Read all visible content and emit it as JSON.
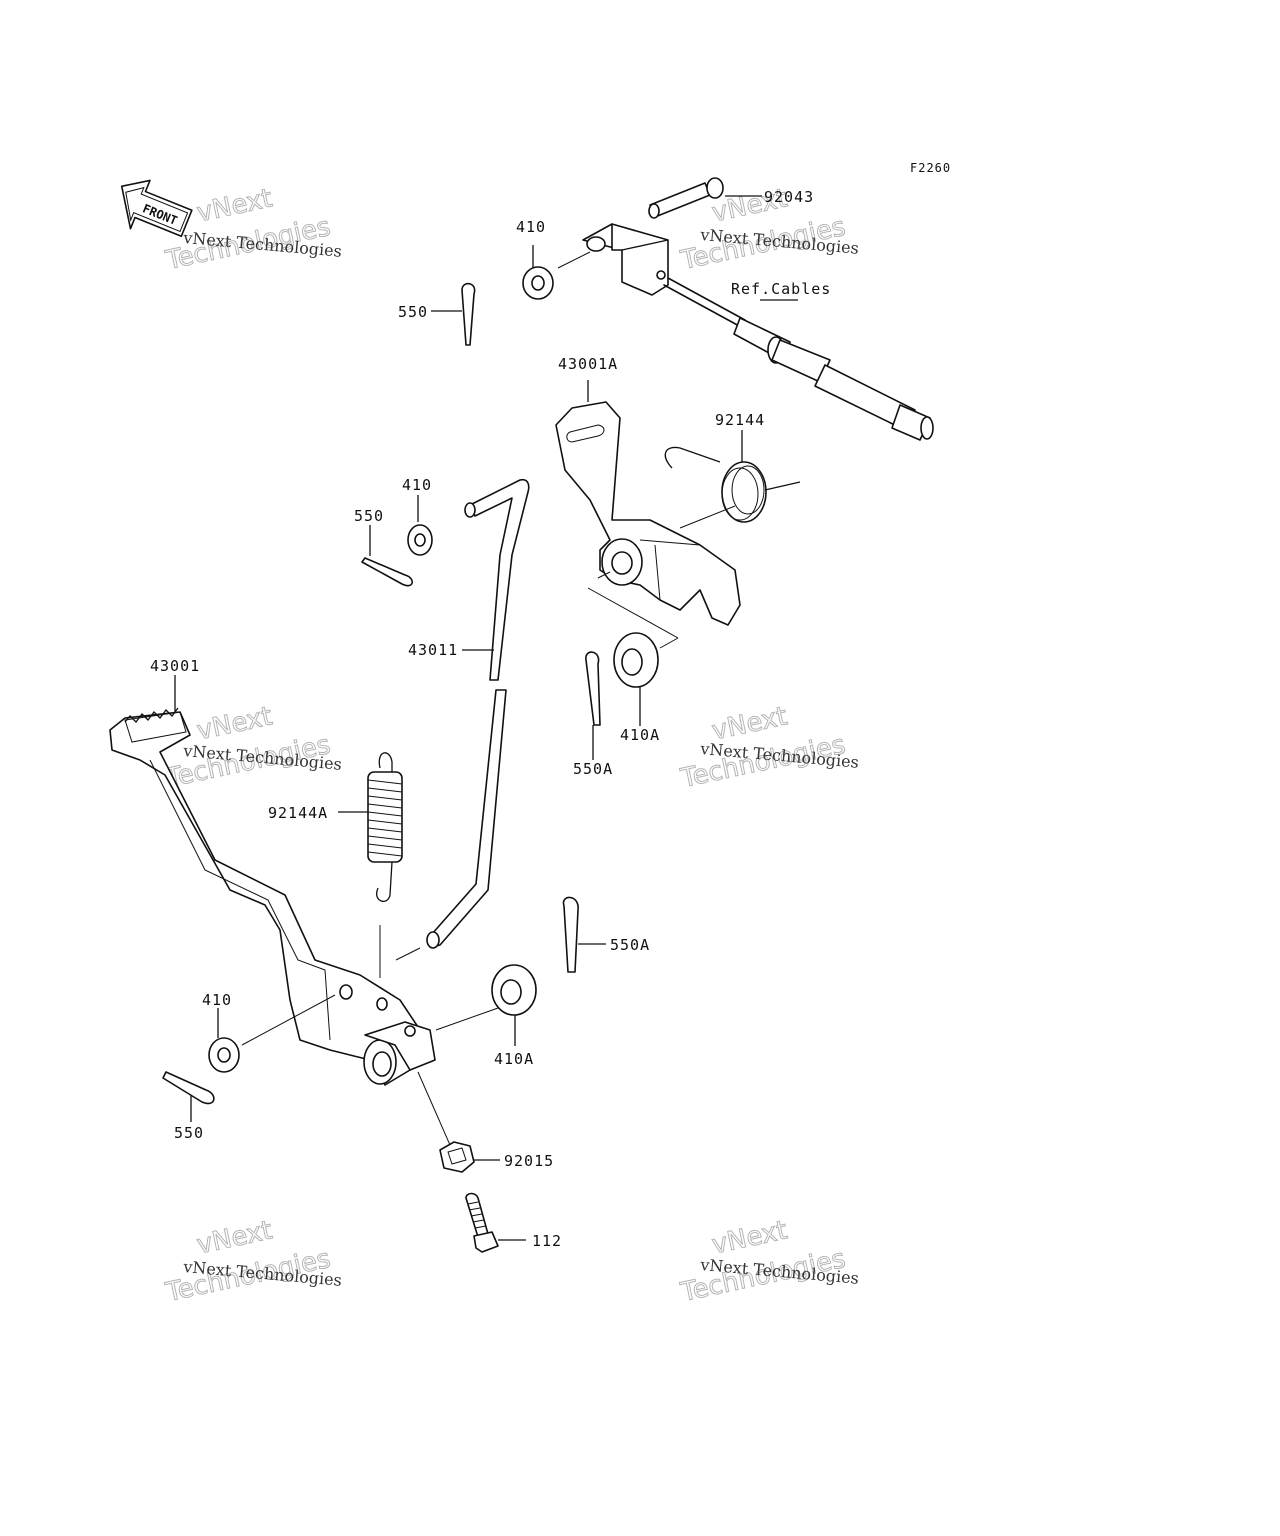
{
  "figure_code": "F2260",
  "front_label": "FRONT",
  "watermark": {
    "line1": "vNext Technologies",
    "line2": "vNext",
    "line3": "Technologies"
  },
  "labels": {
    "l_92043": "92043",
    "l_410_top": "410",
    "l_ref_cables": "Ref.Cables",
    "l_550_top": "550",
    "l_43001A": "43001A",
    "l_92144": "92144",
    "l_410_mid": "410",
    "l_550_mid": "550",
    "l_43011": "43011",
    "l_410A_mid": "410A",
    "l_550A_mid": "550A",
    "l_43001": "43001",
    "l_92144A": "92144A",
    "l_550A_low": "550A",
    "l_410_low": "410",
    "l_410A_low": "410A",
    "l_550_low": "550",
    "l_92015": "92015",
    "l_112": "112"
  }
}
